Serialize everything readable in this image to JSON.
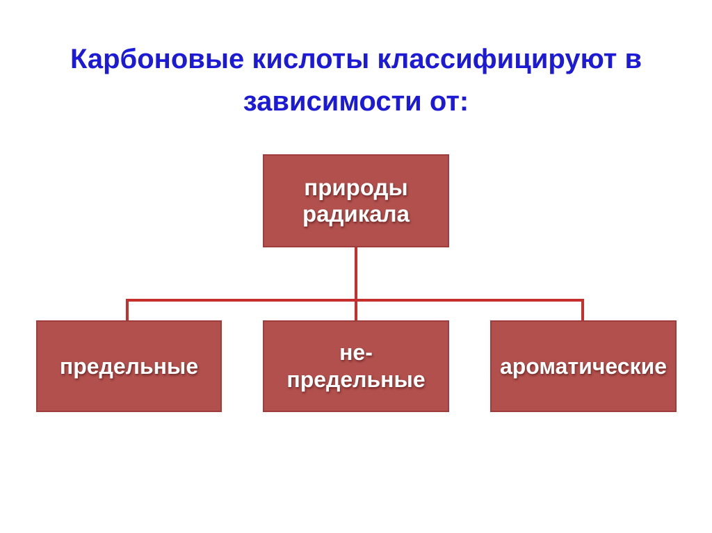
{
  "slide": {
    "title": {
      "line1": "Карбоновые кислоты классифицируют в",
      "line2": "зависимости от:"
    },
    "root_box": {
      "label": "природы\nрадикала"
    },
    "children": [
      {
        "label": "предельные"
      },
      {
        "label": "не-\nпредельные"
      },
      {
        "label": "ароматические"
      }
    ],
    "colors": {
      "title_blue": "#1d1ad6",
      "box_fill": "#b2504d",
      "box_border": "#9f3d3a",
      "line_red": "#c5302c",
      "background": "#ffffff"
    }
  }
}
